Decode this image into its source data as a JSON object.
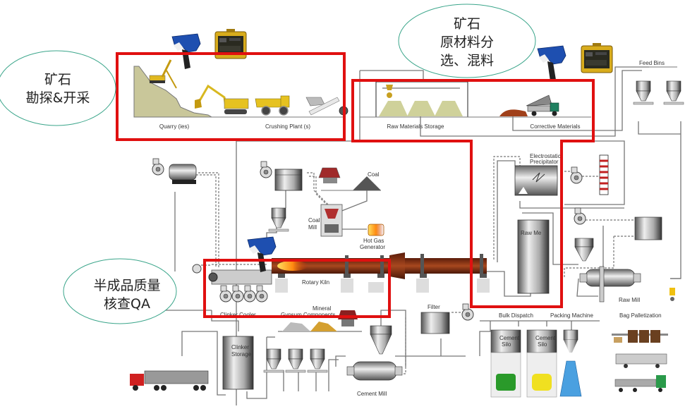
{
  "title": "Cement plant process flow with XRF analyzer inspection points",
  "callouts": [
    {
      "id": "mining",
      "lines": [
        "矿石",
        "勘探&开采"
      ]
    },
    {
      "id": "raw-material",
      "lines": [
        "矿石",
        "原材料分",
        "选、混料"
      ]
    },
    {
      "id": "qa",
      "lines": [
        "半成品质量",
        "核查QA"
      ]
    }
  ],
  "stages": {
    "quarry": "Quarry (ies)",
    "crushing": "Crushing Plant (s)",
    "raw_storage": "Raw Materials Storage",
    "corrective": "Corrective Materials",
    "feed_bins": "Feed Bins",
    "electrostatic_1": "Electrostatic",
    "electrostatic_2": "Precipitator",
    "coal": "Coal",
    "coal_mill_1": "Coal",
    "coal_mill_2": "Mill",
    "hot_gas_1": "Hot Gas",
    "hot_gas_2": "Generator",
    "raw_meal": "Raw Me",
    "raw_mill": "Raw Mill",
    "rotary_kiln": "Rotary Kiln",
    "clinker_cooler": "Clinker Cooler",
    "mineral": "Mineral",
    "gypsum": "Gypsum  Components",
    "filter": "Filter",
    "clinker_storage_1": "Clinker",
    "clinker_storage_2": "Storage",
    "cement_mill": "Cement Mill",
    "bulk_dispatch": "Bulk Dispatch",
    "packing_machine": "Packing Machine",
    "bag_palletization": "Bag Palletization",
    "cement_silo_1a": "Cement",
    "cement_silo_1b": "Silo",
    "cement_silo_2a": "Cement",
    "cement_silo_2b": "Silo"
  },
  "colors": {
    "highlight": "#e01010",
    "callout_border": "#3aa58a",
    "kiln": "#8b3a1a",
    "equipment_yellow": "#e8c21a",
    "analyzer_blue": "#1e4fb0"
  }
}
